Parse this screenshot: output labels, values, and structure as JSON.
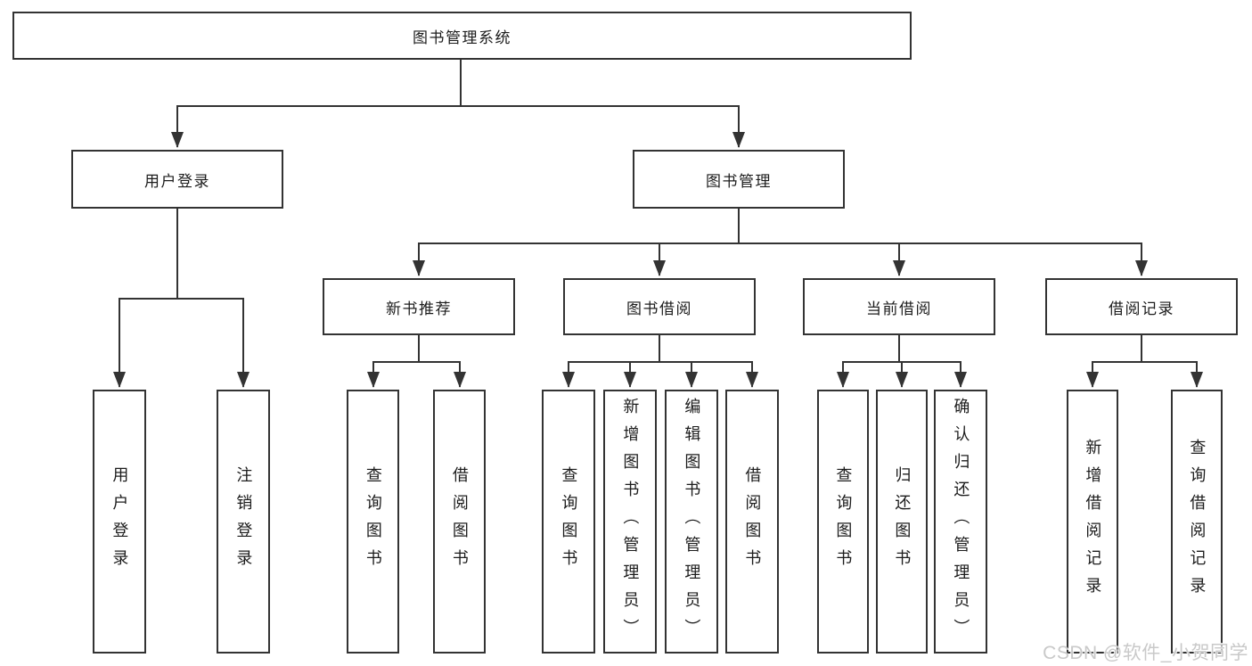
{
  "tree": {
    "root": {
      "label": "图书管理系统"
    },
    "children": [
      {
        "label": "用户登录",
        "children": [
          {
            "label": "用户登录"
          },
          {
            "label": "注销登录"
          }
        ]
      },
      {
        "label": "图书管理",
        "children": [
          {
            "label": "新书推荐",
            "children": [
              {
                "label": "查询图书"
              },
              {
                "label": "借阅图书"
              }
            ]
          },
          {
            "label": "图书借阅",
            "children": [
              {
                "label": "查询图书"
              },
              {
                "label": "新增图书（管理员）"
              },
              {
                "label": "编辑图书（管理员）"
              },
              {
                "label": "借阅图书"
              }
            ]
          },
          {
            "label": "当前借阅",
            "children": [
              {
                "label": "查询图书"
              },
              {
                "label": "归还图书"
              },
              {
                "label": "确认归还（管理员）"
              }
            ]
          },
          {
            "label": "借阅记录",
            "children": [
              {
                "label": "新增借阅记录"
              },
              {
                "label": "查询借阅记录"
              }
            ]
          }
        ]
      }
    ]
  },
  "watermark": {
    "text": "CSDN @软件_小贺同学"
  },
  "colors": {
    "line": "#333333",
    "box_border": "#333333",
    "text": "#1c1c1c",
    "watermark": "#c9c9c9",
    "background": "#ffffff"
  }
}
